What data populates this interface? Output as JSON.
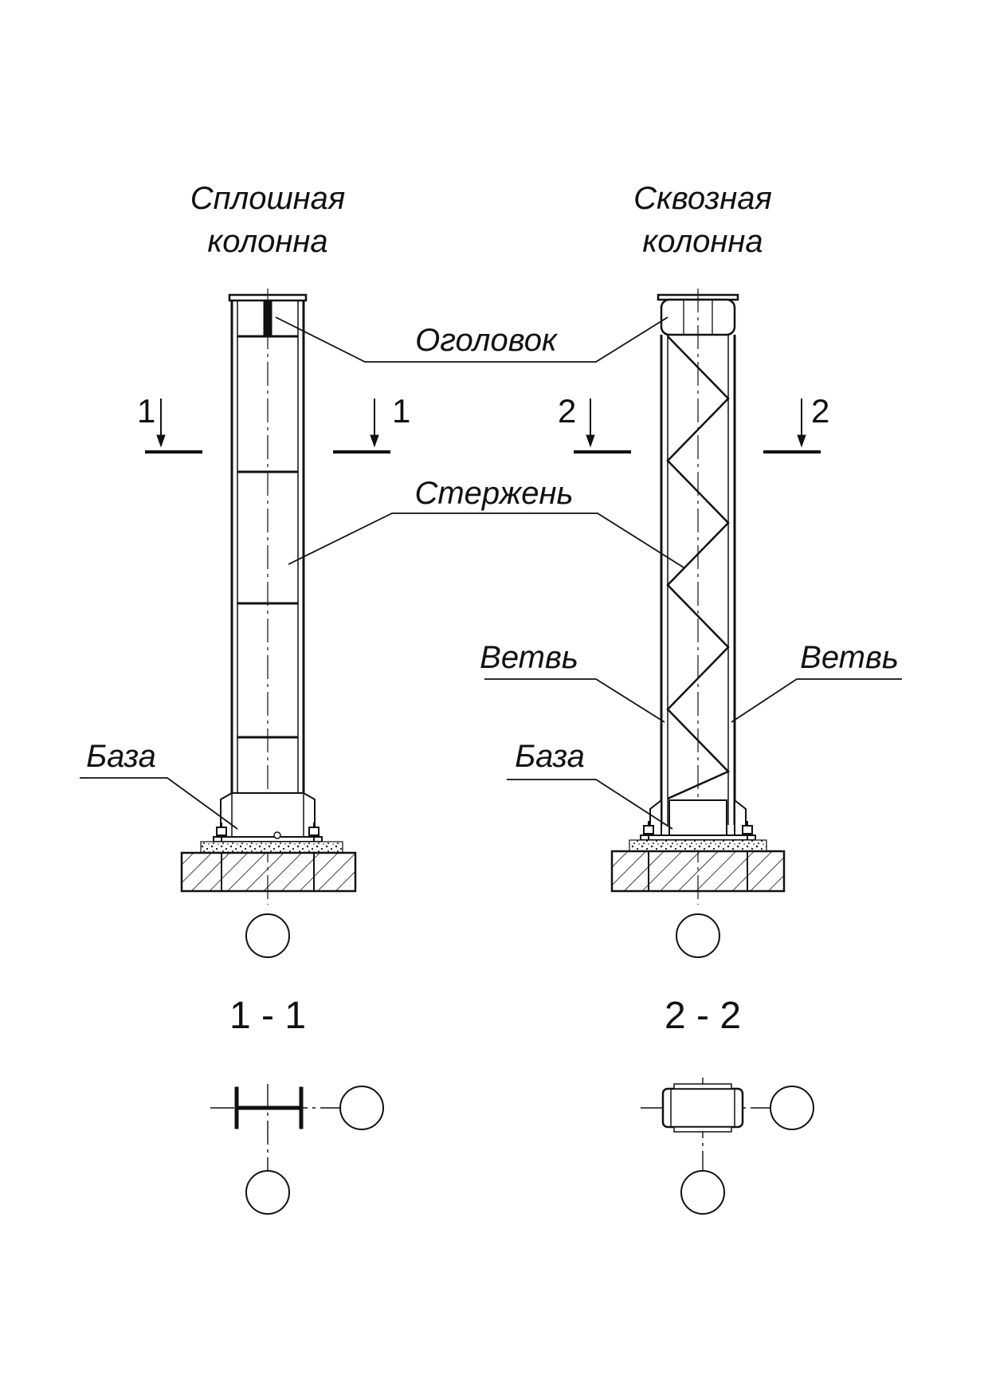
{
  "titles": {
    "solid_line1": "Сплошная",
    "solid_line2": "колонна",
    "lattice_line1": "Сквозная",
    "lattice_line2": "колонна"
  },
  "labels": {
    "cap": "Оголовок",
    "shaft": "Стержень",
    "branch_left": "Ветвь",
    "branch_right": "Ветвь",
    "base_left": "База",
    "base_right": "База"
  },
  "cut_marks": {
    "solid_left": "1",
    "solid_right": "1",
    "lattice_left": "2",
    "lattice_right": "2"
  },
  "sections": {
    "solid": "1 - 1",
    "lattice": "2 - 2"
  },
  "colors": {
    "line": "#111111",
    "background": "#ffffff"
  }
}
